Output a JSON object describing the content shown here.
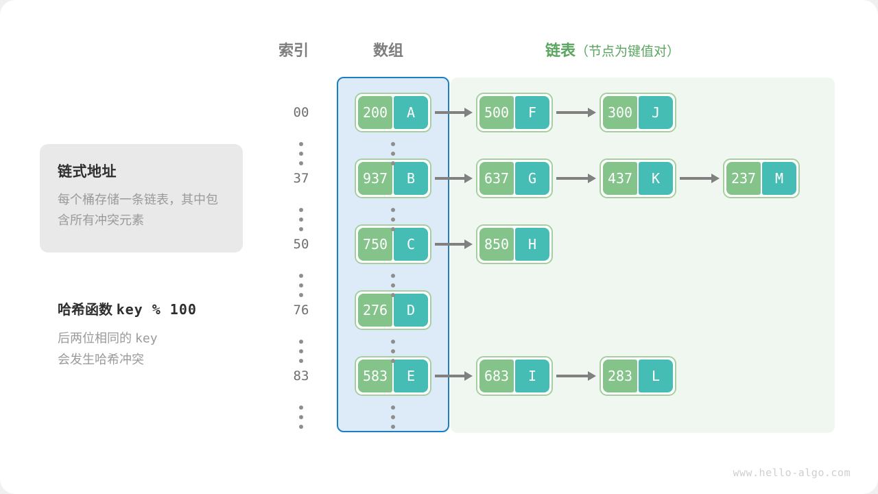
{
  "headings": {
    "index": "索引",
    "array": "数组",
    "linked_list": "链表",
    "linked_list_sub": "（节点为键值对）"
  },
  "info_card": {
    "title": "链式地址",
    "body": "每个桶存储一条链表，其中包含所有冲突元素"
  },
  "hash_note": {
    "title_cn": "哈希函数",
    "title_code": "key % 100",
    "body_line1_cn": "后两位相同的",
    "body_line1_code": "key",
    "body_line2": "会发生哈希冲突"
  },
  "colors": {
    "bucket_key": "#84c389",
    "bucket_value": "#46bdb4",
    "node_border": "#a6cf9f",
    "array_border": "#1a7fc1",
    "array_fill": "#dcebf7",
    "list_fill": "#f0f7f0",
    "arrow": "#808080",
    "heading_gray": "#7d7d7d",
    "heading_green": "#5aa55f"
  },
  "rows": [
    {
      "index": "00",
      "bucket": {
        "key": "200",
        "value": "A"
      },
      "chain": [
        {
          "key": "500",
          "value": "F"
        },
        {
          "key": "300",
          "value": "J"
        }
      ]
    },
    {
      "index": "37",
      "bucket": {
        "key": "937",
        "value": "B"
      },
      "chain": [
        {
          "key": "637",
          "value": "G"
        },
        {
          "key": "437",
          "value": "K"
        },
        {
          "key": "237",
          "value": "M"
        }
      ]
    },
    {
      "index": "50",
      "bucket": {
        "key": "750",
        "value": "C"
      },
      "chain": [
        {
          "key": "850",
          "value": "H"
        }
      ]
    },
    {
      "index": "76",
      "bucket": {
        "key": "276",
        "value": "D"
      },
      "chain": []
    },
    {
      "index": "83",
      "bucket": {
        "key": "583",
        "value": "E"
      },
      "chain": [
        {
          "key": "683",
          "value": "I"
        },
        {
          "key": "283",
          "value": "L"
        }
      ]
    }
  ],
  "ellipsis_count": 5,
  "watermark": "www.hello-algo.com"
}
